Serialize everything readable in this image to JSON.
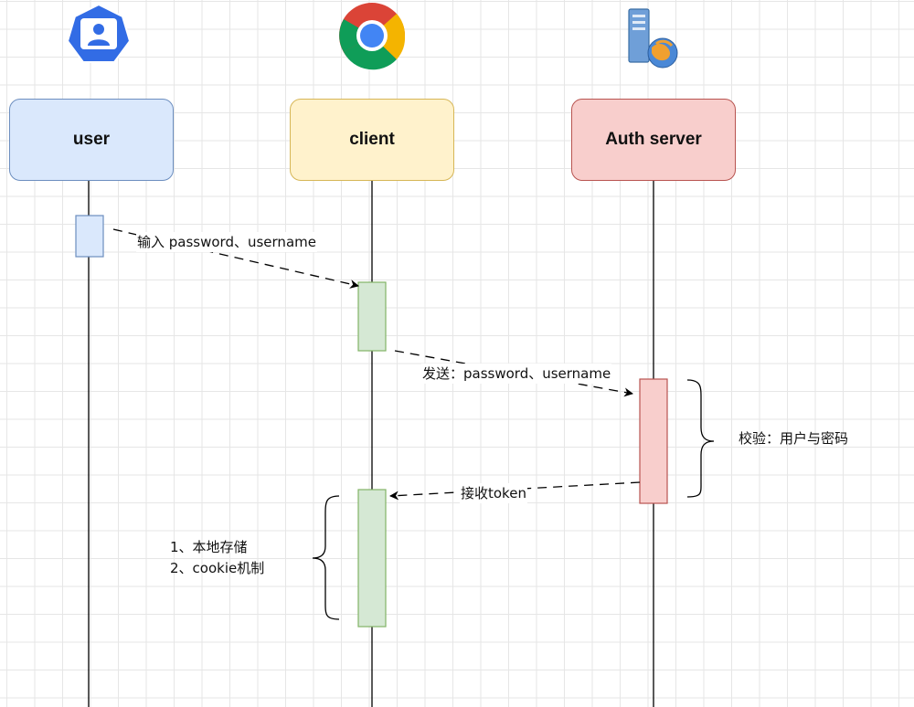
{
  "participants": [
    {
      "name": "user",
      "fill": "#dae8fc",
      "stroke": "#6c8ebf",
      "icon": "user-icon"
    },
    {
      "name": "client",
      "fill": "#fff2cc",
      "stroke": "#d6b656",
      "icon": "chrome-icon"
    },
    {
      "name": "Auth server",
      "fill": "#f8cecc",
      "stroke": "#b85450",
      "icon": "web-server-icon"
    }
  ],
  "messages": {
    "m1": "输入 password、username",
    "m2": "发送：password、username",
    "m3": "接收token"
  },
  "notes": {
    "verify": "校验：用户与密码",
    "storage_line1": "1、本地存储",
    "storage_line2": "2、cookie机制"
  },
  "colors": {
    "activation_green_fill": "#d5e8d4",
    "activation_green_stroke": "#82b366",
    "grid": "#e6e6e6"
  }
}
